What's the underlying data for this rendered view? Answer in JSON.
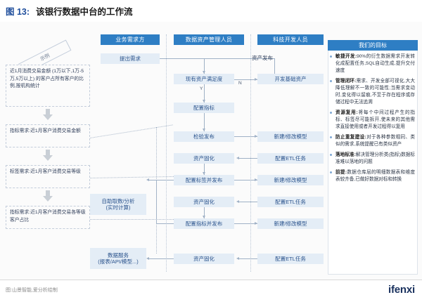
{
  "header": {
    "figure_label": "图 13:",
    "title": "该银行数据中台的工作流"
  },
  "lanes": [
    {
      "id": "business",
      "label": "业务需求方"
    },
    {
      "id": "data-asset",
      "label": "数据资产管理人员"
    },
    {
      "id": "tech-dev",
      "label": "科技开发人员"
    }
  ],
  "ribbon": {
    "label": "示例"
  },
  "requirements": [
    {
      "id": "example-requirement",
      "text": "近1月消费交易金额 (1万以下,1万-5万,5万以上) 的客户占所有客户的比例,按机构统计"
    },
    {
      "id": "metric-amount",
      "text": "指标需求:近1月客户消费交易金额"
    },
    {
      "id": "tag-level",
      "text": "标签需求:近1月客户消费交易等级"
    },
    {
      "id": "metric-ratio",
      "text": "指标需求:近1月客户消费交易各等级客户占比"
    }
  ],
  "left_outputs": [
    {
      "id": "self-service",
      "text": "自助取数/分析\n(实时计算)"
    },
    {
      "id": "data-service",
      "text": "数据服务\n(报表/API/模型...)"
    }
  ],
  "flow": {
    "submit_requirement": "提出需求",
    "asset_satisfaction": "现有资产满足度",
    "branch_yes": "Y",
    "branch_no": "N",
    "asset_publish_label": "资产发布",
    "develop_base_asset": "开发基础资产",
    "configure_metric": "配置指标",
    "verify_publish": "检验发布",
    "solidify_1": "资产固化",
    "configure_tag_publish": "配置标签并发布",
    "solidify_2": "资产固化",
    "configure_metric_publish": "配置指标并发布",
    "solidify_3": "资产固化",
    "new_modify_model_1": "新建/修改模型",
    "configure_etl_1": "配置ETL任务",
    "new_modify_model_2": "新建/修改模型",
    "configure_etl_2": "配置ETL任务",
    "new_modify_model_3": "新建/修改模型",
    "configure_etl_3": "配置ETL任务"
  },
  "panel": {
    "title": "我们的目标",
    "goals": [
      {
        "id": "agile-development",
        "term": "敏捷开发:",
        "text": "90%的衍生数据需求开发转化成配置任务,SQL自动生成,提升交付速度"
      },
      {
        "id": "management-closed-loop",
        "term": "管理闭环:",
        "text": "需求、开发全部可视化,大大降低理解不一致的可能性;当需求变动时,变化得以留痕,不至于存在程序或存储过程中无法追溯"
      },
      {
        "id": "resource-reuse",
        "term": "资源复用:",
        "text": "将每个中间过程产生的指标、标签尽可能拆开,使未来的其他需求直接使用或者开发过程得以复用"
      },
      {
        "id": "prevent-duplicate-build",
        "term": "防止重复建设:",
        "text": "对于各种参数相同、类似的需求,系统提醒已有类似资产"
      },
      {
        "id": "implementation-standard",
        "term": "落地标准:",
        "text": "解决管理分析类(指标)数据标准难以落地的问题"
      },
      {
        "id": "prerequisite",
        "term": "前提:",
        "text": "数据仓库层的明细数据表和维度表较齐备,已做好数据对标和转换"
      }
    ]
  },
  "footer": {
    "source": "图:山景智能,爱分析绘制",
    "logo": "ifenxi"
  },
  "colors": {
    "accent_blue": "#2e7ec4",
    "node_fill": "#e4edf6",
    "node_text": "#29528c",
    "logo_navy": "#19315e"
  }
}
